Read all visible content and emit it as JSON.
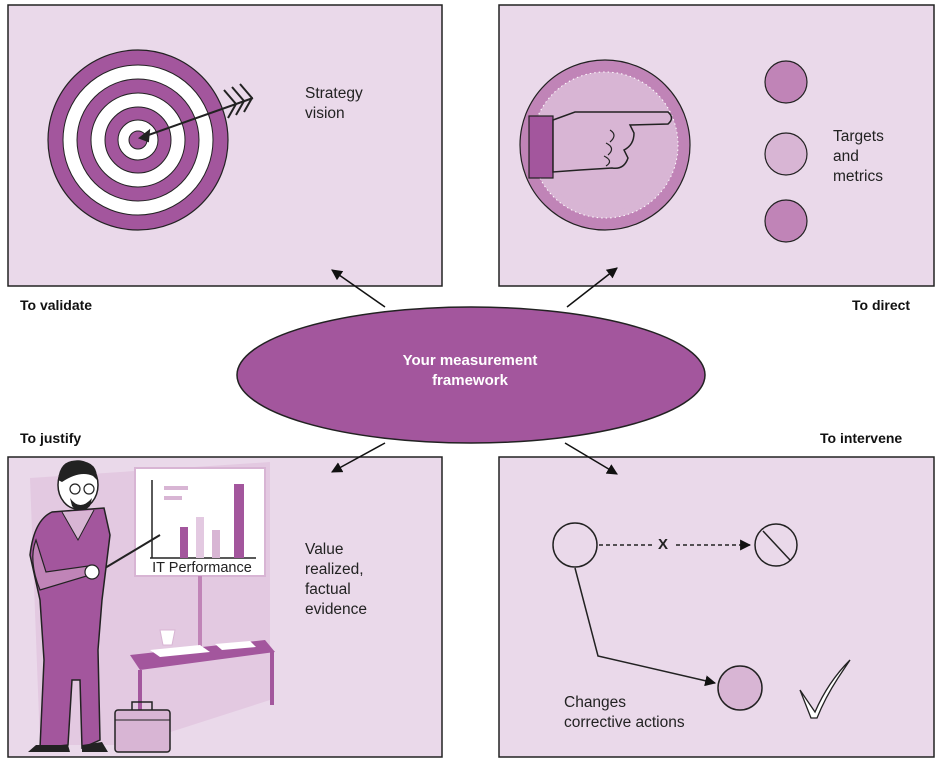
{
  "center": {
    "line1": "Your measurement",
    "line2": "framework"
  },
  "labels": {
    "validate": "To validate",
    "direct": "To direct",
    "justify": "To justify",
    "intervene": "To intervene"
  },
  "panels": {
    "strategy": {
      "line1": "Strategy",
      "line2": "vision"
    },
    "targets": {
      "line1": "Targets",
      "line2": "and",
      "line3": "metrics"
    },
    "value": {
      "line1": "Value",
      "line2": "realized,",
      "line3": "factual",
      "line4": "evidence",
      "chart_caption": "IT Performance"
    },
    "changes": {
      "line1": "Changes",
      "line2": "corrective actions",
      "blocked_mark": "X"
    }
  },
  "colors": {
    "panel_fill": "#ead9ea",
    "accent": "#a3569d",
    "mid": "#c084b7",
    "light": "#d8b5d4",
    "stroke": "#222222"
  }
}
